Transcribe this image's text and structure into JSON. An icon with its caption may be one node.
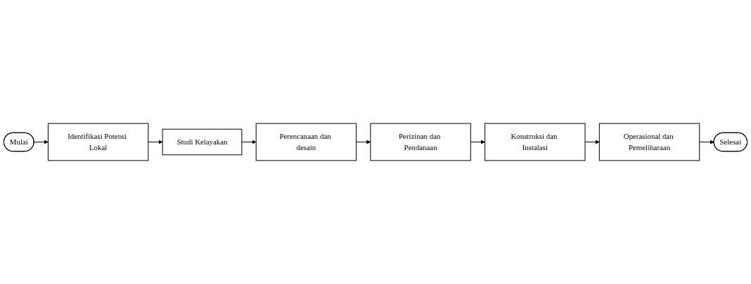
{
  "diagram": {
    "nodes": [
      {
        "text": [
          "Mulai"
        ]
      },
      {
        "text": [
          "Identifikasi Potensi Lokal"
        ]
      },
      {
        "text": [
          "Studi Kelayakan"
        ]
      },
      {
        "text": [
          "Perencanaan dan desain"
        ]
      },
      {
        "text": [
          "Perizinan dan Pendanaan"
        ]
      },
      {
        "text": [
          "Konstruksi dan Instalasi"
        ]
      },
      {
        "text": [
          "Operasional dan Pemeliharaan"
        ]
      },
      {
        "text": [
          "Selesai"
        ]
      }
    ],
    "edges": [
      {
        "from": 0,
        "to": 1,
        "arrow": "to"
      },
      {
        "from": 1,
        "to": 2,
        "arrow": "to"
      },
      {
        "from": 2,
        "to": 3,
        "arrow": "to"
      },
      {
        "from": 3,
        "to": 4,
        "arrow": "to"
      },
      {
        "from": 4,
        "to": 5,
        "arrow": "to"
      },
      {
        "from": 5,
        "to": 6,
        "arrow": "to"
      },
      {
        "from": 6,
        "to": 7,
        "arrow": "to"
      }
    ]
  }
}
